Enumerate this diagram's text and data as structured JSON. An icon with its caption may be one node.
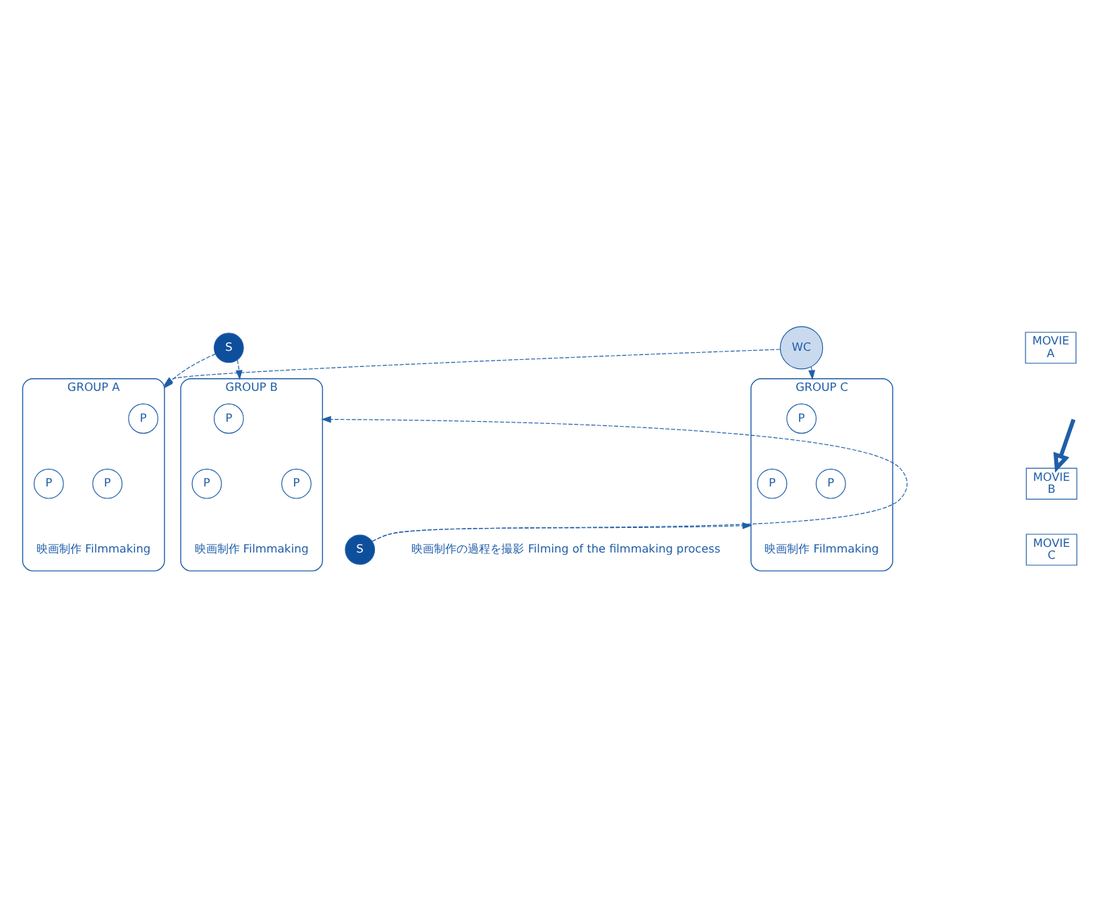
{
  "diagram": {
    "nodes": [
      {
        "text": [
          "GROUP A"
        ],
        "beside": [
          "映画制作 Filmmaking"
        ]
      },
      {
        "text": [
          "P"
        ],
        "in": 0
      },
      {
        "text": [
          "P"
        ],
        "in": 0
      },
      {
        "text": [
          "P"
        ],
        "in": 0
      },
      {
        "text": [
          "S"
        ]
      },
      {
        "text": [
          "WC"
        ]
      },
      {
        "text": [
          "GROUP B"
        ],
        "beside": [
          "映画制作 Filmmaking"
        ]
      },
      {
        "text": [
          "P"
        ],
        "in": 6
      },
      {
        "text": [
          "P"
        ],
        "in": 6
      },
      {
        "text": [
          "P"
        ],
        "in": 6
      },
      {
        "text": [
          "GROUP C"
        ],
        "beside": [
          "映画制作 Filmmaking"
        ]
      },
      {
        "text": [
          "P"
        ],
        "in": 10
      },
      {
        "text": [
          "P"
        ],
        "in": 10
      },
      {
        "text": [
          "P"
        ],
        "in": 10
      },
      {
        "text": [
          "S"
        ],
        "beside": [
          "映画制作の過程を撮影 Filming of the filmmaking process"
        ]
      },
      {
        "text": [
          "MOVIE",
          "A"
        ]
      },
      {
        "text": [
          "MOVIE",
          "B"
        ]
      },
      {
        "text": [
          "MOVIE",
          "C"
        ]
      }
    ],
    "edges": [
      {
        "from": 4,
        "to": 0,
        "arrow": "to",
        "style": "dashed"
      },
      {
        "from": 4,
        "to": 6,
        "arrow": "to",
        "style": "dashed"
      },
      {
        "from": 5,
        "to": 0,
        "arrow": "to",
        "style": "dashed"
      },
      {
        "from": 5,
        "to": 10,
        "arrow": "to",
        "style": "dashed"
      },
      {
        "from": 14,
        "to": 6,
        "arrow": "to",
        "style": "dashed"
      },
      {
        "from": 14,
        "to": 10,
        "arrow": "to",
        "style": "dashed"
      },
      {
        "from": null,
        "to": 16,
        "arrow": "to",
        "style": "thick"
      }
    ]
  }
}
